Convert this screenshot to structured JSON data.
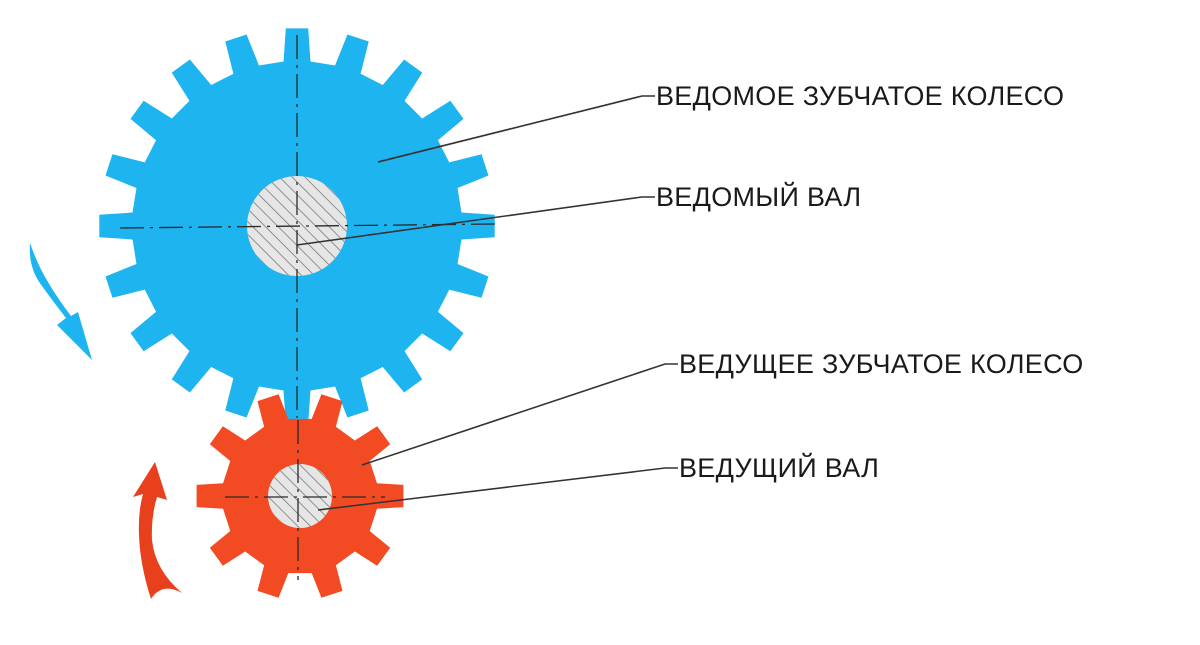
{
  "labels": {
    "driven_gear": "ВЕДОМОЕ ЗУБЧАТОЕ КОЛЕСО",
    "driven_shaft": "ВЕДОМЫЙ ВАЛ",
    "drive_gear": "ВЕДУЩЕЕ ЗУБЧАТОЕ КОЛЕСО",
    "drive_shaft": "ВЕДУЩИЙ ВАЛ"
  },
  "colors": {
    "driven_gear": "#1eb4f0",
    "drive_gear": "#f24a23",
    "shaft_fill": "#e6e6e6",
    "hatch": "#7a7a7a",
    "driven_arrow": "#1eb4f0",
    "drive_arrow": "#e8401c"
  },
  "gears": {
    "driven_teeth": 20,
    "drive_teeth": 10
  },
  "icons": {
    "driven_arrow": "curved-arrow-down-icon",
    "drive_arrow": "curved-arrow-up-icon"
  }
}
